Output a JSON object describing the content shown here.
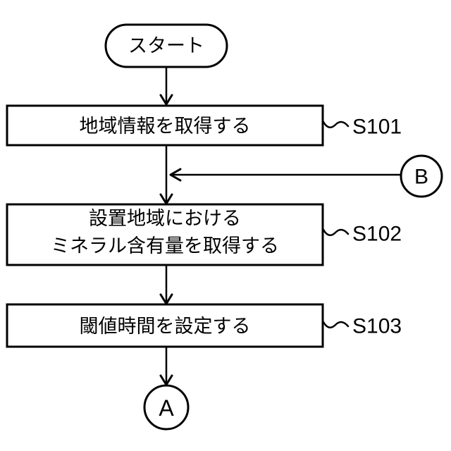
{
  "diagram": {
    "type": "flowchart",
    "colors": {
      "line": "#000000",
      "background": "#ffffff"
    },
    "start": {
      "label": "スタート"
    },
    "steps": [
      {
        "id": "S101",
        "line1": "地域情報を取得する",
        "line2": ""
      },
      {
        "id": "S102",
        "line1": "設置地域における",
        "line2": "ミネラル含有量を取得する"
      },
      {
        "id": "S103",
        "line1": "閾値時間を設定する",
        "line2": ""
      }
    ],
    "connectors": {
      "in_from_right": "B",
      "out_bottom": "A"
    }
  }
}
